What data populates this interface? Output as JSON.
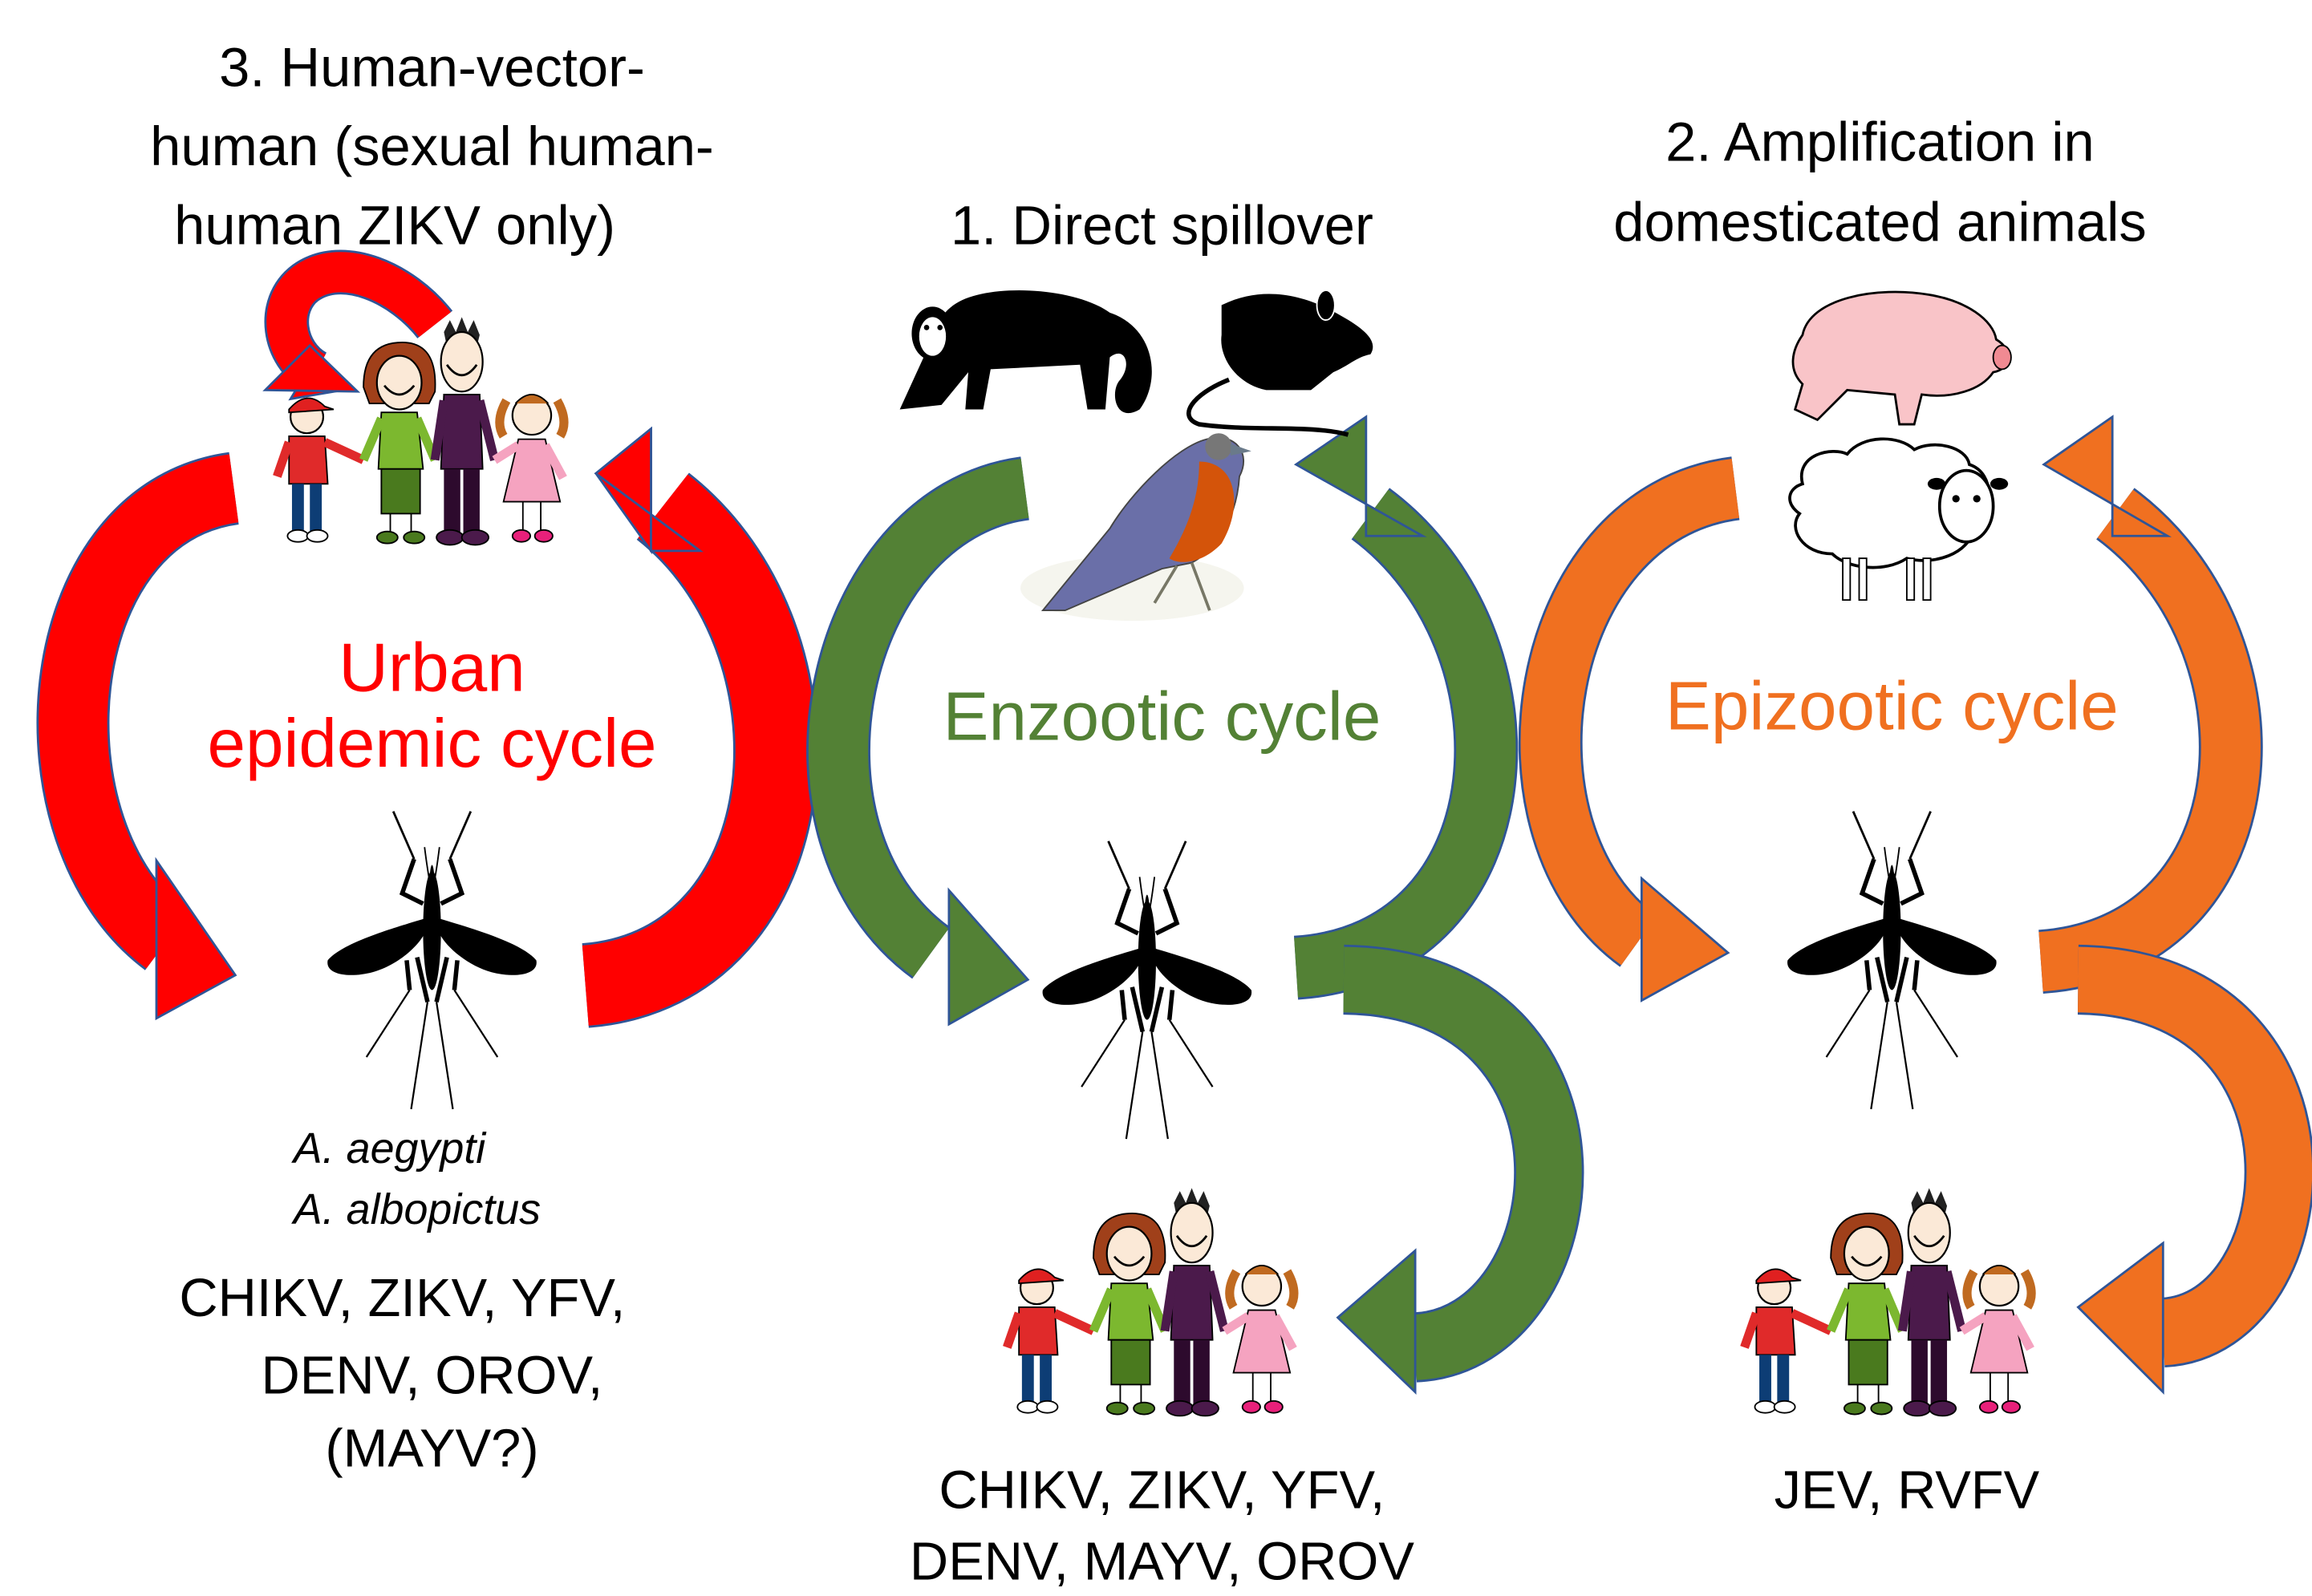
{
  "headings": {
    "human_vector_human": [
      "3. Human-vector-",
      "human (sexual human-",
      "human ZIKV only)"
    ],
    "direct_spillover": [
      "1. Direct spillover"
    ],
    "amplification": [
      "2. Amplification in",
      "domesticated animals"
    ]
  },
  "cycles": [
    {
      "id": "urban",
      "label_lines": [
        "Urban",
        "epidemic cycle"
      ],
      "color": "#ff0000"
    },
    {
      "id": "enzootic",
      "label_lines": [
        "Enzootic cycle"
      ],
      "color": "#538135"
    },
    {
      "id": "epizootic",
      "label_lines": [
        "Epizootic cycle"
      ],
      "color": "#f07020"
    }
  ],
  "arrow_outline_color": "#2f5597",
  "vectors": {
    "urban_species": [
      "A. aegypti",
      "A. albopictus"
    ]
  },
  "viruses": {
    "urban": [
      "CHIKV, ZIKV, YFV,",
      "DENV, OROV,",
      "(MAYV?)"
    ],
    "enzootic": [
      "CHIKV, ZIKV, YFV,",
      "DENV, MAYV, OROV"
    ],
    "epizootic": [
      "JEV, RVFV"
    ]
  },
  "icons": {
    "hosts_enzootic": [
      "monkey-icon",
      "rat-icon",
      "bird-icon"
    ],
    "hosts_epizootic": [
      "pig-icon",
      "sheep-icon"
    ],
    "humans": "human-family-icon",
    "vector": "mosquito-icon"
  }
}
